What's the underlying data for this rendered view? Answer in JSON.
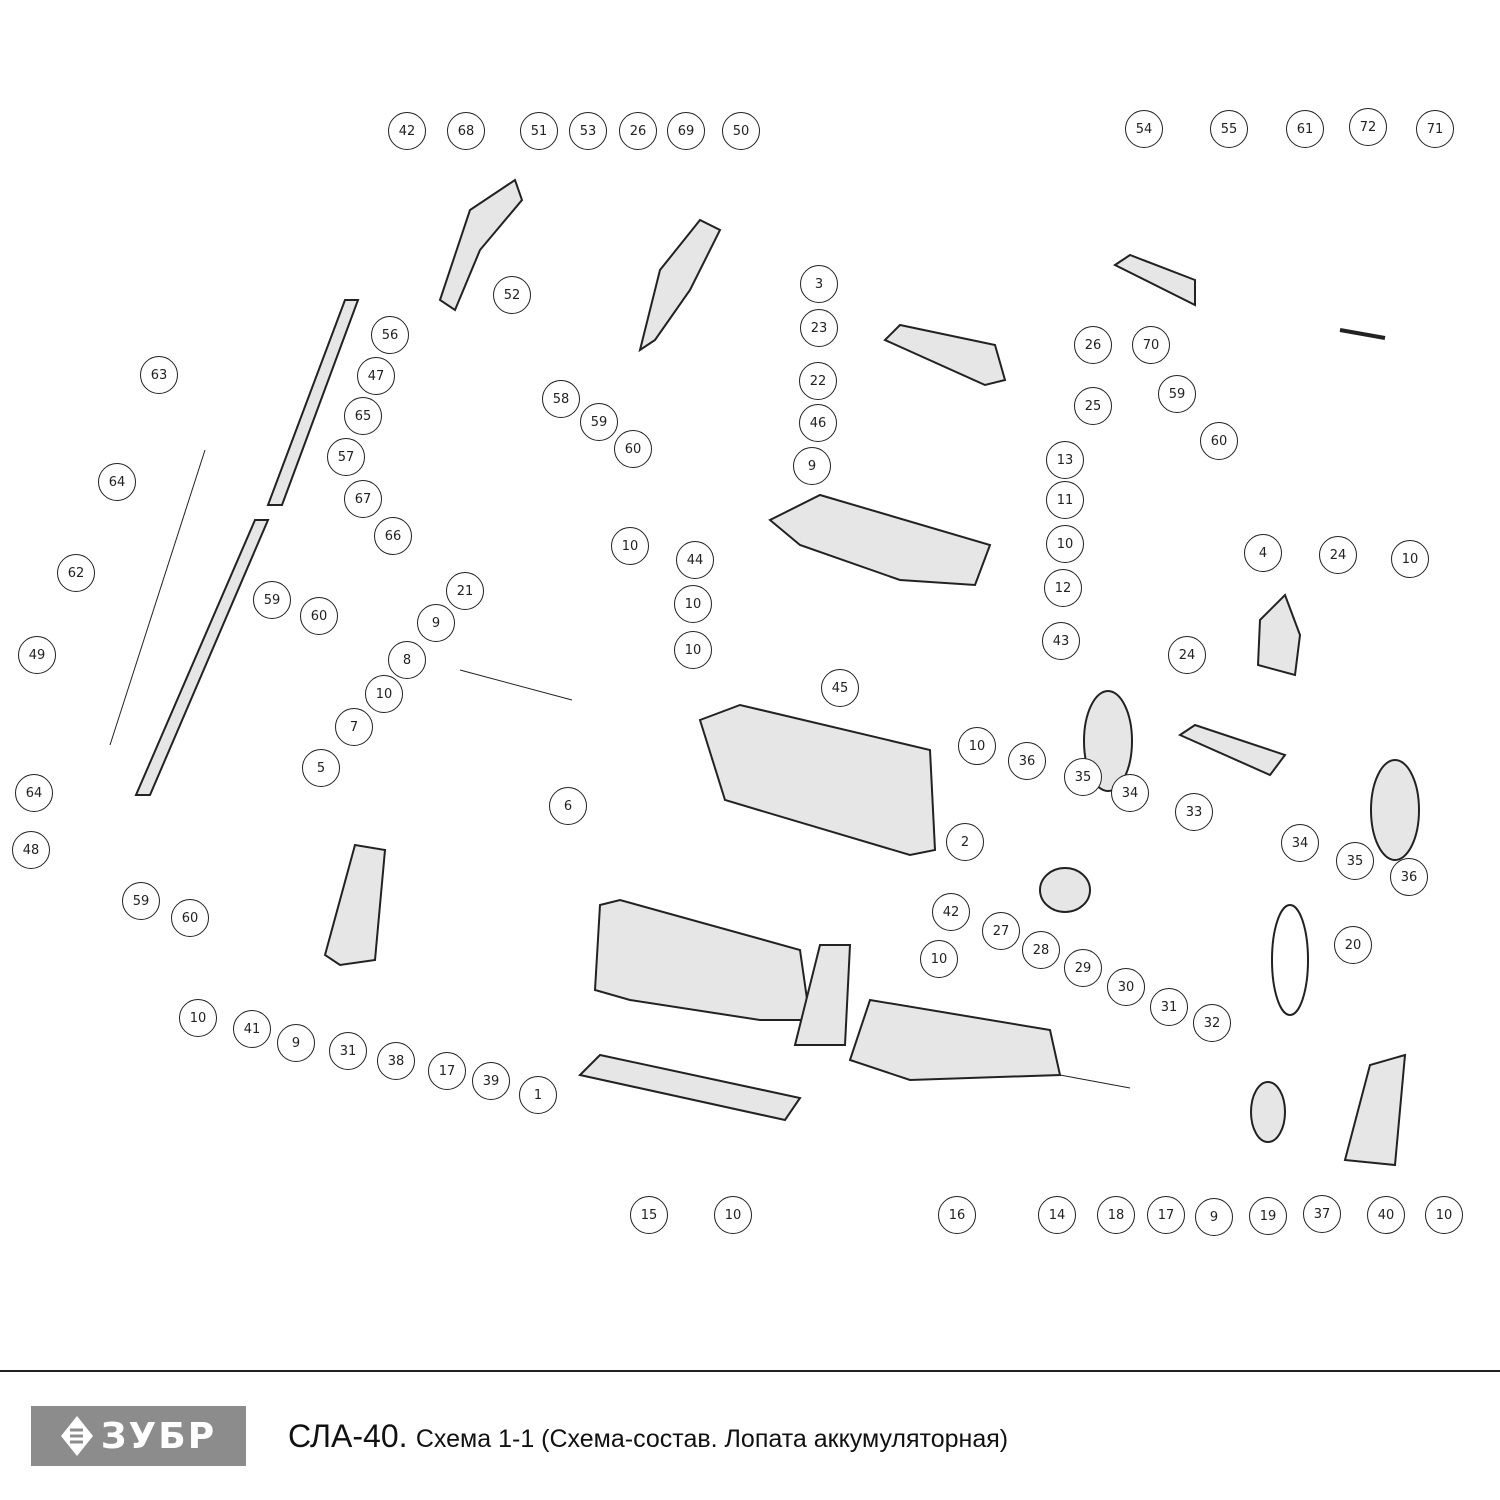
{
  "diagram": {
    "callouts": [
      "42",
      "68",
      "51",
      "53",
      "26",
      "69",
      "50",
      "54",
      "55",
      "61",
      "72",
      "71",
      "3",
      "52",
      "23",
      "26",
      "70",
      "56",
      "47",
      "63",
      "22",
      "25",
      "59",
      "58",
      "65",
      "59",
      "46",
      "60",
      "60",
      "57",
      "9",
      "13",
      "64",
      "67",
      "11",
      "66",
      "10",
      "10",
      "4",
      "24",
      "10",
      "44",
      "62",
      "21",
      "12",
      "59",
      "60",
      "10",
      "9",
      "43",
      "49",
      "10",
      "24",
      "8",
      "45",
      "10",
      "7",
      "10",
      "36",
      "5",
      "35",
      "34",
      "64",
      "6",
      "33",
      "2",
      "34",
      "48",
      "35",
      "36",
      "59",
      "60",
      "42",
      "27",
      "20",
      "28",
      "10",
      "29",
      "30",
      "10",
      "31",
      "41",
      "32",
      "9",
      "31",
      "38",
      "17",
      "39",
      "1",
      "15",
      "10",
      "16",
      "14",
      "18",
      "17",
      "9",
      "19",
      "37",
      "40",
      "10"
    ]
  },
  "footer": {
    "brand": "ЗУБР",
    "model": "СЛА-40.",
    "caption": "Схема 1-1 (Схема-состав. Лопата аккумуляторная)",
    "brand_color": "#8c8c8c"
  }
}
